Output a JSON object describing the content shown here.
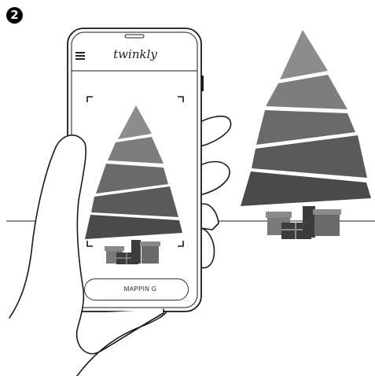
{
  "step": {
    "number": "2"
  },
  "app": {
    "brand": "twinkly"
  },
  "screen": {
    "mapping_button_label": "MAPPIN  G"
  },
  "colors": {
    "ink": "#1a1a1a",
    "tree_tier_top": "#8c8c8c",
    "tree_tier_bottom": "#4a4a4a",
    "gift_light": "#7d7d7d",
    "gift_dark": "#3c3c3c"
  },
  "icons": [
    "menu-icon",
    "viewfinder-icon",
    "hand-icon",
    "phone-icon"
  ]
}
